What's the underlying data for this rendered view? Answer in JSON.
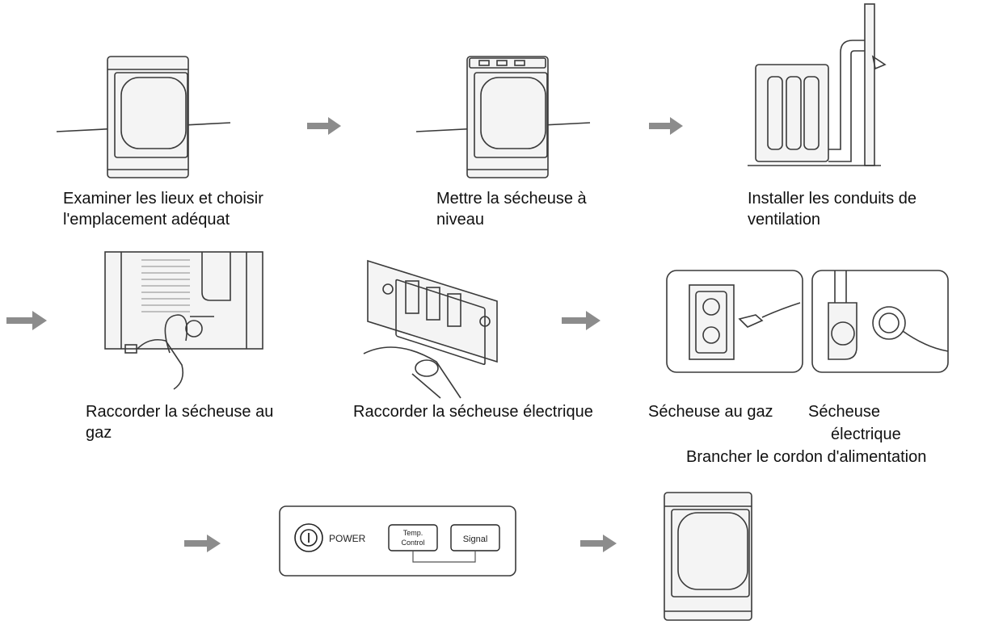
{
  "steps": [
    {
      "caption_line1": "Examiner les lieux et choisir",
      "caption_line2": "l'emplacement adéquat"
    },
    {
      "caption_line1": "Mettre la sécheuse à",
      "caption_line2": "niveau"
    },
    {
      "caption_line1": "Installer les conduits de",
      "caption_line2": "ventilation"
    },
    {
      "caption_line1": "Raccorder la sécheuse au",
      "caption_line2": "gaz"
    },
    {
      "caption_line1": "Raccorder la sécheuse électrique"
    },
    {
      "caption_gas": "Sécheuse au gaz",
      "caption_elec_a": "Sécheuse",
      "caption_elec_b": "électrique",
      "caption_main": "Brancher le cordon d'alimentation"
    }
  ],
  "control_panel": {
    "power_label": "POWER",
    "temp_label_line1": "Temp.",
    "temp_label_line2": "Control",
    "signal_label": "Signal"
  },
  "colors": {
    "arrow": "#8c8c8c",
    "line": "#3a3a3a"
  }
}
